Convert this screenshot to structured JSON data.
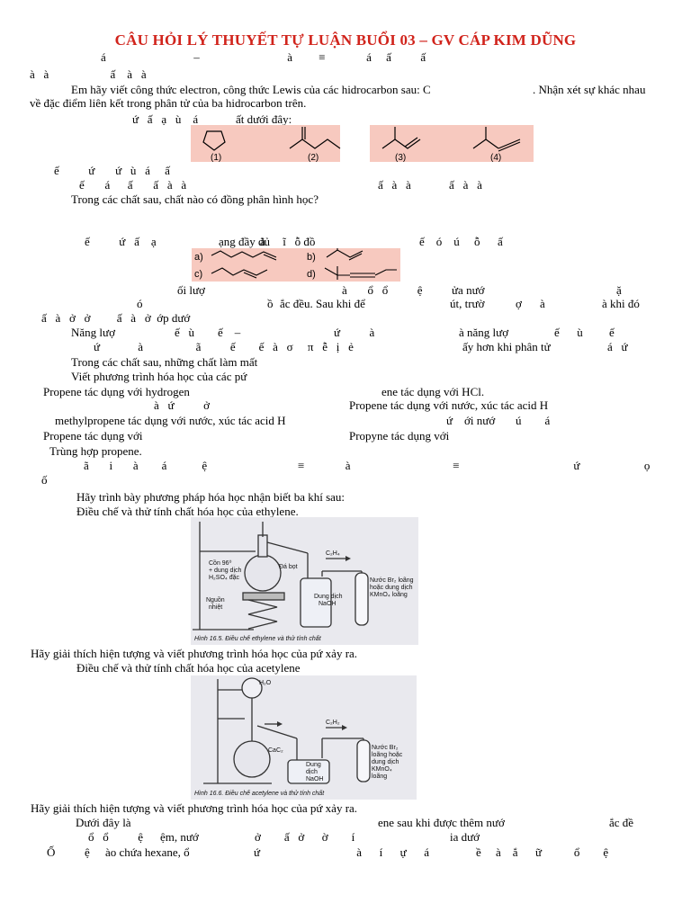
{
  "title": "CÂU HỎI LÝ THUYẾT TỰ LUẬN BUỔI 03 – GV CÁP KIM DŨNG",
  "fragments": {
    "r1": "á                              –                              à         ≡              á     ấ          ấ",
    "r2": "à   à                     ấ    à   à",
    "r3": "ứ   ấ   ạ   ù    á",
    "r4": "ế          ứ       ứ   ù   á     ấ",
    "r5": "ế       á      ấ       ấ   à   à",
    "r5b": "ấ   à   à             ấ   à   à",
    "r6": "ế          ứ   ấ    ạ",
    "r6b": "à      ĩ   ỗ đồ",
    "r6c": "ế    ó    ú     ỗ      ấ",
    "r7": "ối lượ",
    "r7b": "à       ổ   ổ          ệ",
    "r7c": "ửa nướ",
    "r7d": "ặ",
    "r8": "ó",
    "r8b": "ồ",
    "r9": "ấ   à   ở   ở         ấ   à   ở  ớp dướ",
    "r10b": "ế   ù        ế    –",
    "r10c": "ứ          à",
    "r10d": "ế      ù         ế",
    "r11": "ứ             à                  ã          ế        ế   à   σ     π   ễ   ị   ẻ",
    "r11b": "á   ứ",
    "r12": "à   ứ          ở",
    "r12b": "ứ    ới nướ       ú        á",
    "r13": "ã       i       à        á            ệ                               ≡              à                                   ≡                                       ứ                      ọ",
    "r14": "ố",
    "r15": "ổ   ổ          ệ",
    "r15b": "ở        ấ   ở      ờ        í",
    "r16": "ệ",
    "r16b": "ứ                                 à      í      ự      á                ề     à    ắ      ữ           ổ        ệ"
  },
  "lines": {
    "q1a": "Em hãy viết công thức electron, công thức Lewis của các hidrocarbon sau: C",
    "q1b": ". Nhận xét sự khác nhau",
    "q1c": "về đặc điểm liên kết trong phân tử của ba hidrocarbon trên.",
    "q2": "ất dưới đây:",
    "q3": "Trong các chất sau, chất nào có đồng phân hình học?",
    "q4": "ạng đầy đủ",
    "q5": "ắc đều. Sau khi để",
    "q5b": "út, trườ",
    "q5c": "ợ",
    "q5d": "à",
    "q5e": "à khi đó",
    "q6": "Năng lượ",
    "q6b": "à năng lượ",
    "q7": "ấy hơn khi phân tử",
    "q8": "Trong các chất sau, những chất làm mất",
    "q9": "Viết phương trình hóa học của các pứ",
    "q10a": "Propene tác dụng với hydrogen",
    "q10b": "ene tác dụng với HCl.",
    "q11": "Propene tác dụng với nước, xúc tác acid H",
    "q12": "methylpropene tác dụng với nước, xúc tác acid H",
    "q13a": "Propene tác dụng với",
    "q13b": "Propyne tác dụng với",
    "q14": "Trùng hợp propene.",
    "q15": "Hãy trình bày phương pháp hóa học nhận biết ba khí sau:",
    "q16": "Điều chế và thử tính chất hóa học của ethylene.",
    "q17": "Hãy giải thích hiện tượng và viết phương trình hóa học của pứ xảy ra.",
    "q18": "Điều chế và thử tính chất hóa học của acetylene",
    "q19": "Hãy giải thích hiện tượng và viết phương trình hóa học của pứ xảy ra.",
    "q20a": "Dưới đây là",
    "q20b": "ene sau khi được thêm nướ",
    "q20c": "ắc đề",
    "q21a": "ệm, nướ",
    "q21b": "ia dướ",
    "q22a": "Ố",
    "q22b": "ào chứa hexane, ổ"
  },
  "structures_1": {
    "labels": [
      "(1)",
      "(2)",
      "(3)",
      "(4)"
    ]
  },
  "structures_2": {
    "labels": [
      "a)",
      "b)",
      "c)",
      "d)"
    ]
  },
  "figure1": {
    "caption": "Hình 16.5. Điều chế ethylene và thử tính chất",
    "labels": {
      "flask": "Cồn 96⁰",
      "flask2": "+ dung dịch",
      "flask3": "H₂SO₄ đặc",
      "stone": "Đá bọt",
      "heat": "Nguồn",
      "heat2": "nhiệt",
      "gas": "C₂H₄",
      "trap": "Dung dịch",
      "trap2": "NaOH",
      "tube": "Nước Br₂ loãng",
      "tube2": "hoặc dung dịch",
      "tube3": "KMnO₄ loãng"
    }
  },
  "figure2": {
    "caption": "Hình 16.6. Điều chế acetylene và thử tính chất",
    "labels": {
      "water": "H₂O",
      "solid": "CaC₂",
      "gas": "C₂H₂",
      "trap": "Dung",
      "trap2": "dịch",
      "trap3": "NaOH",
      "tube": "Nước Br₂",
      "tube2": "loãng hoặc",
      "tube3": "dung dịch",
      "tube4": "KMnO₄",
      "tube5": "loãng"
    }
  }
}
